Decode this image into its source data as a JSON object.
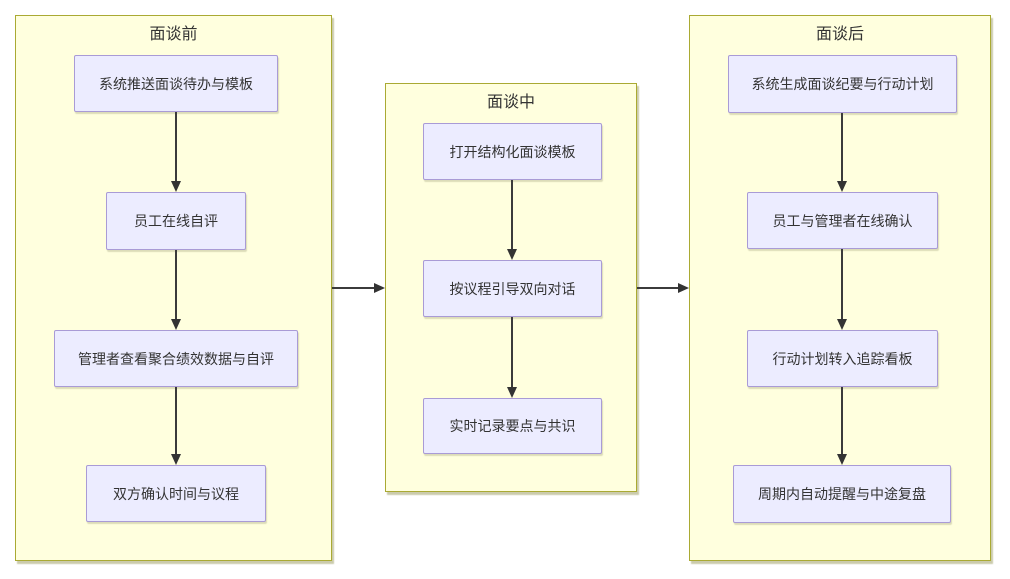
{
  "diagram": {
    "type": "flowchart",
    "background": "#ffffff",
    "colors": {
      "group_fill": "#ffffde",
      "group_border": "#aaaa33",
      "node_fill": "#ececff",
      "node_border": "#a99bd6",
      "edge": "#333333",
      "text": "#333333"
    },
    "groups": [
      {
        "title": "面谈前",
        "nodes": [
          "系统推送面谈待办与模板",
          "员工在线自评",
          "管理者查看聚合绩效数据与自评",
          "双方确认时间与议程"
        ]
      },
      {
        "title": "面谈中",
        "nodes": [
          "打开结构化面谈模板",
          "按议程引导双向对话",
          "实时记录要点与共识"
        ]
      },
      {
        "title": "面谈后",
        "nodes": [
          "系统生成面谈纪要与行动计划",
          "员工与管理者在线确认",
          "行动计划转入追踪看板",
          "周期内自动提醒与中途复盘"
        ]
      }
    ],
    "flow": {
      "within_groups": "sequential top-to-bottom arrows",
      "between_groups": [
        "面谈前 → 面谈中",
        "面谈中 → 面谈后"
      ]
    }
  }
}
